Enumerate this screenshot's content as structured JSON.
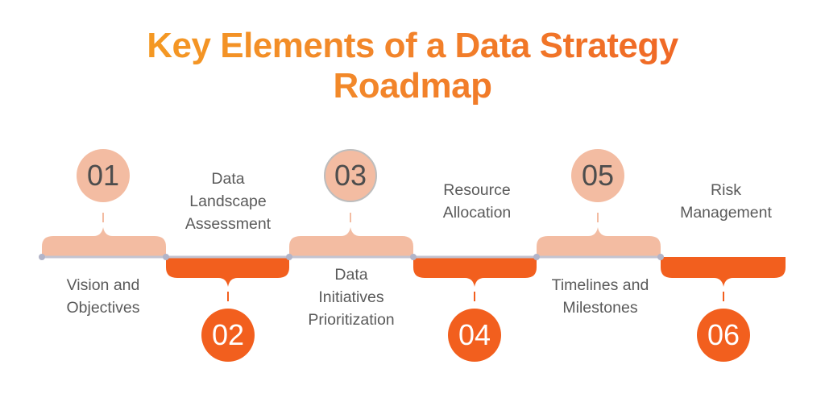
{
  "title": {
    "line1": "Key Elements of a Data Strategy",
    "line2": "Roadmap"
  },
  "colors": {
    "title_gradient_start": "#f5a51e",
    "title_gradient_end": "#ef5a24",
    "peach": "#f3bca2",
    "orange": "#f25f1e",
    "baseline": "#c3c3d0",
    "text": "#5a5a5a"
  },
  "steps": [
    {
      "number": "01",
      "label_line1": "Vision and",
      "label_line2": "Objectives",
      "label_line3": "",
      "position": "above"
    },
    {
      "number": "02",
      "label_line1": "Data",
      "label_line2": "Landscape",
      "label_line3": "Assessment",
      "position": "below"
    },
    {
      "number": "03",
      "label_line1": "Data",
      "label_line2": "Initiatives",
      "label_line3": "Prioritization",
      "position": "above"
    },
    {
      "number": "04",
      "label_line1": "Resource",
      "label_line2": "Allocation",
      "label_line3": "",
      "position": "below"
    },
    {
      "number": "05",
      "label_line1": "Timelines and",
      "label_line2": "Milestones",
      "label_line3": "",
      "position": "above"
    },
    {
      "number": "06",
      "label_line1": "Risk",
      "label_line2": "Management",
      "label_line3": "",
      "position": "below"
    }
  ]
}
